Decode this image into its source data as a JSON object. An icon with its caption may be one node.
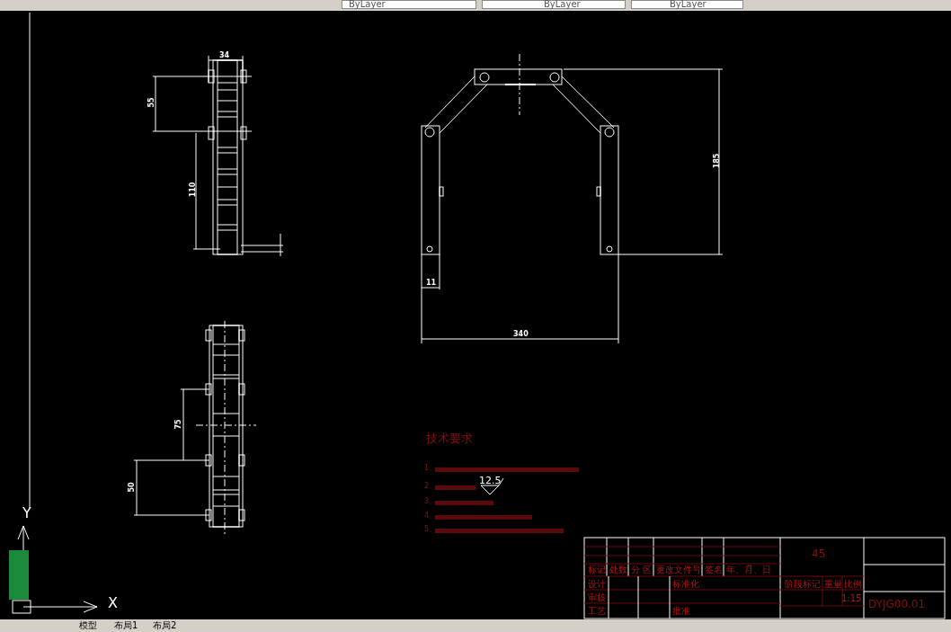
{
  "diagram": {
    "labels": [
      "ByLayer",
      "ByLayer",
      "ByLayer",
      "34",
      "55",
      "110",
      "185",
      "11",
      "340",
      "75",
      "50",
      "技术要求",
      "1、",
      "2、",
      "12.5",
      "3、",
      "4、",
      "5、",
      "45",
      "标记",
      "处数",
      "分 区",
      "更改文件号",
      "签名",
      "年、月、日",
      "设计",
      "标准化",
      "阶段标记",
      "重量",
      "比例",
      "审核",
      "1:15",
      "工艺",
      "批准",
      "DYJG00.01",
      "Y",
      "X",
      "模型",
      "布局1",
      "布局2"
    ]
  }
}
